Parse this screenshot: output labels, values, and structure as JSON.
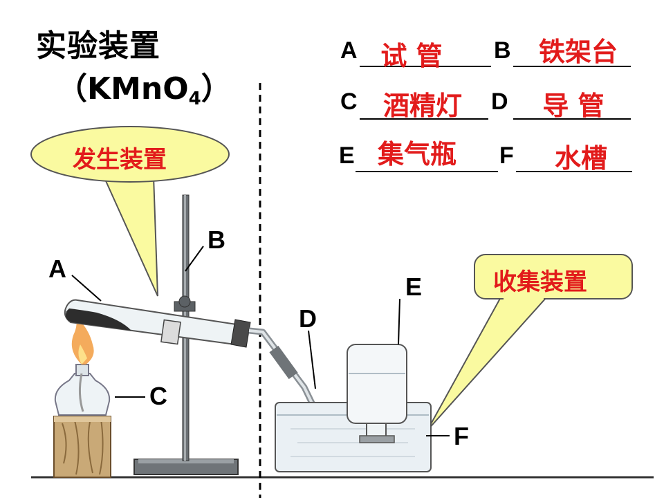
{
  "title": "实验装置",
  "formula": {
    "prefix": "（KMnO",
    "sub": "4",
    "suffix": "）"
  },
  "callouts": {
    "generation": "发生装置",
    "collection": "收集装置"
  },
  "answers": [
    {
      "letter": "A",
      "answer": "试 管"
    },
    {
      "letter": "B",
      "answer": "铁架台"
    },
    {
      "letter": "C",
      "answer": "酒精灯"
    },
    {
      "letter": "D",
      "answer": "导 管"
    },
    {
      "letter": "E",
      "answer": "集气瓶"
    },
    {
      "letter": "F",
      "answer": "水槽"
    }
  ],
  "part_labels": {
    "A": "A",
    "B": "B",
    "C": "C",
    "D": "D",
    "E": "E",
    "F": "F"
  },
  "colors": {
    "answer_red": "#e21b1b",
    "callout_fill": "#fafaa0",
    "water": "#eaf0f4"
  }
}
